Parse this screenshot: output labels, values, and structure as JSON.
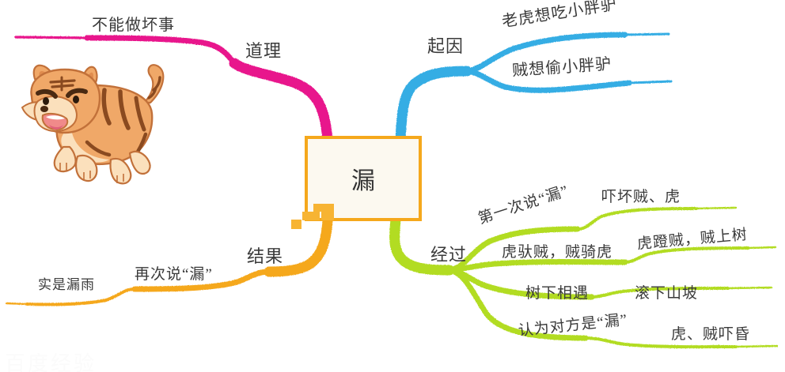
{
  "diagram": {
    "type": "mind-map",
    "title": "漏",
    "center": {
      "label": "漏",
      "border_color": "#F5A81C",
      "fill_color": "#FCF9F0"
    },
    "illustration": {
      "name": "angry-cartoon-tiger",
      "description": "橙色卡通老虎"
    },
    "watermark": "百度经验",
    "branches": [
      {
        "id": "daoli",
        "label": "道理",
        "color": "#E8188C",
        "children": [
          {
            "label": "不能做坏事",
            "children": []
          }
        ]
      },
      {
        "id": "qiyin",
        "label": "起因",
        "color": "#35ADE4",
        "children": [
          {
            "label": "老虎想吃小胖驴",
            "children": []
          },
          {
            "label": "贼想偷小胖驴",
            "children": []
          }
        ]
      },
      {
        "id": "jingguo",
        "label": "经过",
        "color": "#B2DC22",
        "children": [
          {
            "label": "第一次说“漏”",
            "children": [
              {
                "label": "吓坏贼、虎"
              }
            ]
          },
          {
            "label": "虎驮贼，贼骑虎",
            "children": [
              {
                "label": "虎蹬贼，贼上树"
              }
            ]
          },
          {
            "label": "树下相遇",
            "children": [
              {
                "label": "滚下山坡"
              }
            ]
          },
          {
            "label": "认为对方是“漏”",
            "children": [
              {
                "label": "虎、贼吓昏"
              }
            ]
          }
        ]
      },
      {
        "id": "jieguo",
        "label": "结果",
        "color": "#F5A81C",
        "children": [
          {
            "label": "再次说“漏”",
            "children": [
              {
                "label": "实是漏雨"
              }
            ]
          }
        ]
      }
    ]
  },
  "labels": {
    "center": "漏",
    "daoli": "道理",
    "buneng": "不能做坏事",
    "qiyin": "起因",
    "laohu": "老虎想吃小胖驴",
    "zeixiang": "贼想偷小胖驴",
    "jingguo": "经过",
    "diyici": "第一次说“漏”",
    "xiahuai": "吓坏贼、虎",
    "hutuozei": "虎驮贼，贼骑虎",
    "hudengzei": "虎蹬贼，贼上树",
    "shuxia": "树下相遇",
    "gunxia": "滚下山坡",
    "renwei": "认为对方是“漏”",
    "huzei": "虎、贼吓昏",
    "jieguo": "结果",
    "zaici": "再次说“漏”",
    "shishi": "实是漏雨",
    "watermark": "百度经验"
  },
  "colors": {
    "pink": "#E8188C",
    "blue": "#35ADE4",
    "green": "#B2DC22",
    "orange": "#F5A81C",
    "text": "#3a3a3a",
    "background": "#ffffff"
  }
}
